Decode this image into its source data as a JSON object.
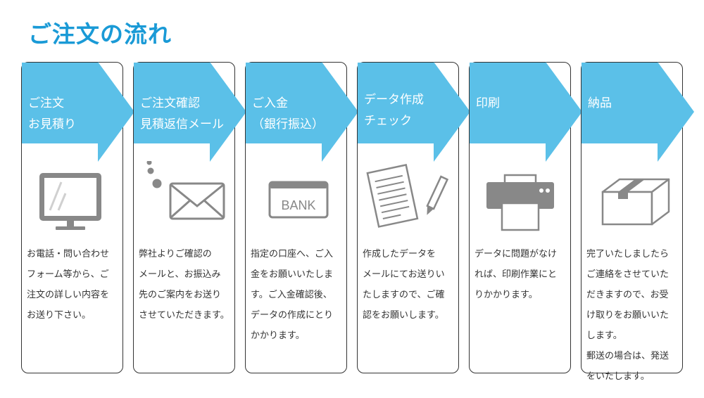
{
  "page": {
    "title": "ご注文の流れ"
  },
  "colors": {
    "accent": "#5bc0e8",
    "title": "#1a9ad6",
    "icon": "#888888",
    "border": "#333333"
  },
  "steps": [
    {
      "title": "ご注文\nお見積り",
      "icon": "monitor-icon",
      "description": "お電話・問い合わせ\nフォーム等から、ご\n注文の詳しい内容を\nお送り下さい。"
    },
    {
      "title": "ご注文確認\n見積返信メール",
      "icon": "envelope-icon",
      "description": "弊社よりご確認の\nメールと、お振込み\n先のご案内をお送り\nさせていただきます。"
    },
    {
      "title": "ご入金\n（銀行振込）",
      "icon": "bank-card-icon",
      "icon_text": "BANK",
      "description": "指定の口座へ、ご入\n金をお願いいたしま\nす。ご入金確認後、\nデータの作成にとり\nかかります。"
    },
    {
      "title": "データ作成\nチェック",
      "icon": "document-pencil-icon",
      "description": "作成したデータを\nメールにてお送りい\nたしますので、ご確\n認をお願いします。"
    },
    {
      "title": "印刷",
      "icon": "printer-icon",
      "description": "データに問題がなけ\nれば、印刷作業にと\nりかかります。"
    },
    {
      "title": "納品",
      "icon": "box-icon",
      "description": "完了いたしましたら\nご連絡をさせていた\nだきますので、お受\nけ取りをお願いいた\nします。\n郵送の場合は、発送\nをいたします。"
    }
  ]
}
